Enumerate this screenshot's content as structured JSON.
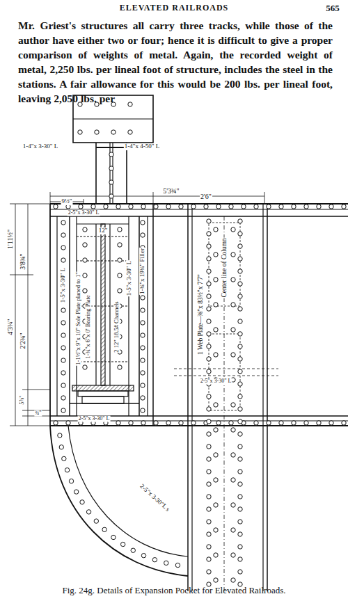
{
  "diagram": {
    "title": "ELEVATED RAILROADS",
    "caption": "Fig. 24g. Details of Expansion Pocket for Elevated Railroads.",
    "labels": [
      "565",
      "Mr. Griest's structures all carry three tracks, while those of the author have either two or four; hence it is difficult to give a proper comparison of weights of metal. Again, the recorded weight of metal, 2,250 lbs. per lineal foot of structure, includes the steel in the stations. A fair allowance for this would be 200 lbs. per lineal foot, leaving 2,050 lbs. per",
      "1-4\"x 3-30\" L",
      "1-4\"x 4-50\" L",
      "5'3¾\"",
      "2'6\"",
      "9½\"",
      "2-5\"x 3-30\" L",
      "12\"",
      "1-5\"x 3-30\" L",
      "1-5\"x 3-30\" L",
      "1-¾\"x 19¾\" Filler",
      "1'11½\"",
      "4'3¼\"",
      "3'8¾\"",
      "2'2¾\"",
      "5⅞\"",
      "¾\"",
      "1-1½\"x 9\"x 10\" Sole Plate planed to 1\"",
      "1-¾\"x 6\"x 0' Bearing Plate",
      "2 12\" 18.5# Channels",
      "1 Web Plate—⅜\"x 83½\"x 7'7\"",
      "Center line of Column",
      "2-5\"x 3-30\" L",
      "2-5\"x 3-30\" L",
      "2-5\"x 3-30\"L s"
    ]
  }
}
